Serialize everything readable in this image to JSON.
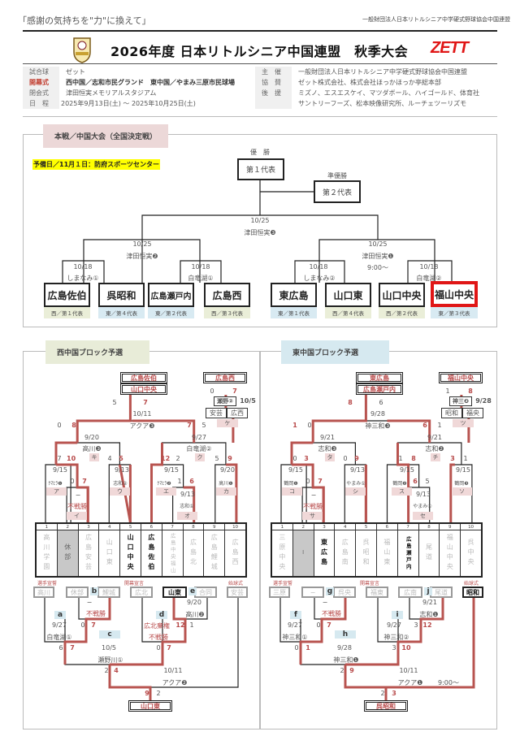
{
  "header": {
    "slogan": "「感謝の気持ちを\"力\"に換えて」",
    "organization": "一般財団法人日本リトルシニア中学硬式野球協会中国連盟",
    "title": "2026年度 日本リトルシニア中国連盟　秋季大会",
    "sponsor_logo": "ZETT",
    "info_left": [
      {
        "label": "試合球",
        "value": "ゼット"
      },
      {
        "label": "開幕式",
        "value": "西中国／志和市民グランド　東中国／やまみ三原市民球場",
        "highlight": true
      },
      {
        "label": "閉会式",
        "value": "津田恒実メモリアルスタジアム"
      },
      {
        "label": "日　程",
        "value": "2025年9月13日(土) 〜 2025年10月25日(土)"
      }
    ],
    "info_right": [
      {
        "label": "主　催",
        "value": "一般財団法人日本リトルシニア中学硬式野球協会中国連盟"
      },
      {
        "label": "協　賛",
        "value": "ゼット株式会社、株式会社ほっかほっか亭総本部"
      },
      {
        "label": "後　援",
        "value": "ミズノ、エスエスケイ、マツダボール、ハイゴールド、体育社"
      },
      {
        "label": "",
        "value": "サントリーフーズ、松本映像研究所、ルーチェツーリズモ"
      }
    ]
  },
  "main_tournament": {
    "tag": "本戦／中国大会（全国決定戦）",
    "reserve_day": "予備日／11月１日：防府スポーツセンター",
    "winner_label": "優　勝",
    "winner_box": "第１代表",
    "runner_label": "準優勝",
    "runner_box": "第２代表",
    "final": {
      "date": "10/25",
      "venue": "津田恒実❸"
    },
    "semi_left": {
      "date": "10/25",
      "venue": "津田恒実❷"
    },
    "semi_right": {
      "date": "10/25",
      "venue": "津田恒実❶",
      "time": "9:00〜"
    },
    "qf": [
      {
        "date": "10/18",
        "venue": "しまなみ①"
      },
      {
        "date": "10/18",
        "venue": "白竜湖①"
      },
      {
        "date": "10/18",
        "venue": "しまなみ②"
      },
      {
        "date": "10/18",
        "venue": "白竜湖②"
      }
    ],
    "teams": [
      {
        "name": "広島佐伯",
        "rep": "西／第１代表",
        "side": "w"
      },
      {
        "name": "呉昭和",
        "rep": "東／第４代表",
        "side": "e"
      },
      {
        "name": "広島瀬戸内",
        "rep": "東／第２代表",
        "side": "e"
      },
      {
        "name": "広島西",
        "rep": "西／第３代表",
        "side": "w"
      },
      {
        "name": "東広島",
        "rep": "東／第１代表",
        "side": "e"
      },
      {
        "name": "山口東",
        "rep": "西／第４代表",
        "side": "w"
      },
      {
        "name": "山口中央",
        "rep": "西／第２代表",
        "side": "w"
      },
      {
        "name": "福山中央",
        "rep": "東／第３代表",
        "side": "e",
        "highlighted": true
      }
    ]
  },
  "west": {
    "tag": "西中国ブロック予選",
    "champions": [
      "広島佐伯",
      "山口中央"
    ],
    "top_right_champion": "広島西",
    "top_right_match": {
      "venue": "瀬野②",
      "date": "10/5",
      "score_left": "0",
      "score_right": "7",
      "teams": [
        "安芸",
        "広西"
      ],
      "code": "ケ"
    },
    "final": {
      "date": "10/11",
      "venue": "アクア❸",
      "score_left": "5",
      "score_right": "7"
    },
    "semi_left": {
      "date": "9/20",
      "venue": "高川❸",
      "score_left": "0",
      "score_right": "8"
    },
    "semi_right": {
      "date": "9/27",
      "venue": "白竜湖②",
      "score_left": "7",
      "score_right": "5"
    },
    "codes_mid": [
      "キ",
      "ク"
    ],
    "r2_scores": [
      "7",
      "10",
      "4",
      "5",
      "12",
      "2",
      "5",
      "9"
    ],
    "r1": [
      {
        "date": "9/15",
        "venue": "ｸﾏﾋﾗ❶",
        "code": "ア",
        "s1": "0",
        "s2": "7"
      },
      {
        "date": "",
        "venue": "不戦勝",
        "code": "イ",
        "dash": "−"
      },
      {
        "date": "9/13",
        "venue": "志和②",
        "code": "ウ"
      },
      {
        "date": "9/15",
        "venue": "ｸﾏﾋﾗ❷",
        "code": "エ",
        "s1": "1",
        "s2": "6"
      },
      {
        "date": "9/13",
        "venue": "志和①",
        "code": "オ"
      },
      {
        "date": "9/20",
        "venue": "高川❶",
        "code": "カ"
      }
    ],
    "grid": [
      {
        "num": "1",
        "name": "高川学園",
        "state": "lose"
      },
      {
        "num": "2",
        "name": "休部",
        "state": "bye"
      },
      {
        "num": "3",
        "name": "広島安芸",
        "state": "lose"
      },
      {
        "num": "4",
        "name": "山口東",
        "state": "lose"
      },
      {
        "num": "5",
        "name": "山口中央",
        "state": "win"
      },
      {
        "num": "6",
        "name": "広島佐伯",
        "state": "win"
      },
      {
        "num": "7",
        "name": "広島中央 福山",
        "state": "lose"
      },
      {
        "num": "8",
        "name": "広島北",
        "state": "lose"
      },
      {
        "num": "9",
        "name": "広島鯉城",
        "state": "lose"
      },
      {
        "num": "10",
        "name": "広島西",
        "state": "lose"
      }
    ],
    "roles": [
      "選手宣誓",
      "開幕宣言",
      "始球式"
    ],
    "consolation": {
      "boxes": [
        "高川",
        "休部",
        "鯉城",
        "広北",
        "山東",
        "合同",
        "安芸"
      ],
      "letters": [
        "a",
        "b",
        "c",
        "d",
        "e"
      ],
      "b_dash": "−",
      "b_result": "不戦勝",
      "a": {
        "date": "9/27",
        "venue": "白竜湖①",
        "s1": "0",
        "s2": "7"
      },
      "a_out": {
        "s1": "6",
        "s2": "7"
      },
      "c": {
        "date": "10/5",
        "venue": "瀬野川①"
      },
      "d": {
        "note": "広北棄権",
        "result": "不戦勝",
        "s1": "12",
        "s2": "1",
        "o1": "0",
        "o2": "7"
      },
      "e": {
        "date": "9/20",
        "venue": "高川❷"
      },
      "final": {
        "date": "10/11",
        "venue": "アクア❷",
        "s1": "2",
        "s2": "4",
        "f1": "9",
        "f2": "2"
      },
      "winner": "山口東"
    }
  },
  "east": {
    "tag": "東中国ブロック予選",
    "champions": [
      "東広島",
      "広島瀬戸内"
    ],
    "top_right_champion": "福山中央",
    "top_right_match": {
      "venue": "神三❷",
      "date": "9/28",
      "score_left": "1",
      "score_right": "8",
      "teams": [
        "昭和",
        "福央"
      ],
      "code": "ツ"
    },
    "final": {
      "date": "9/28",
      "venue": "神三和❸",
      "score_left": "8",
      "score_right": "6"
    },
    "semi_left": {
      "date": "9/21",
      "venue": "志和❸",
      "score_left": "1",
      "score_right": "0"
    },
    "semi_right": {
      "date": "9/21",
      "venue": "志和❷",
      "score_left": "6",
      "score_right": "1"
    },
    "codes_mid": [
      "タ",
      "チ"
    ],
    "r2_scores": [
      "0",
      "3",
      "0",
      "9",
      "1",
      "8",
      "3",
      "1"
    ],
    "r1": [
      {
        "date": "9/15",
        "venue": "鶴岡❶",
        "code": "コ",
        "s1": "0",
        "s2": "7"
      },
      {
        "date": "",
        "venue": "不戦勝",
        "code": "サ",
        "dash": "−"
      },
      {
        "date": "9/13",
        "venue": "やまみ①",
        "code": "シ"
      },
      {
        "date": "9/15",
        "venue": "鶴岡❷",
        "code": "ス",
        "s1": "6",
        "s2": "5"
      },
      {
        "date": "9/13",
        "venue": "やまみ①",
        "code": "セ"
      },
      {
        "date": "9/15",
        "venue": "鶴岡❸",
        "code": "ソ"
      }
    ],
    "grid": [
      {
        "num": "1",
        "name": "三原中央",
        "state": "lose"
      },
      {
        "num": "2",
        "name": "−",
        "state": "bye"
      },
      {
        "num": "3",
        "name": "東広島",
        "state": "win"
      },
      {
        "num": "4",
        "name": "広島南",
        "state": "lose"
      },
      {
        "num": "5",
        "name": "呉昭和",
        "state": "lose"
      },
      {
        "num": "6",
        "name": "福山東",
        "state": "lose"
      },
      {
        "num": "7",
        "name": "広島瀬戸内",
        "state": "win"
      },
      {
        "num": "8",
        "name": "尾道",
        "state": "lose"
      },
      {
        "num": "9",
        "name": "福山中央",
        "state": "lose"
      },
      {
        "num": "10",
        "name": "呉中央",
        "state": "lose"
      }
    ],
    "roles": [
      "選手宣誓",
      "開幕宣言",
      "始球式"
    ],
    "consolation": {
      "boxes": [
        "三原",
        "−",
        "呉央",
        "福東",
        "広南",
        "尾道",
        "昭和"
      ],
      "letters": [
        "f",
        "g",
        "h",
        "i",
        "j"
      ],
      "g_dash": "−",
      "g_result": "不戦勝",
      "f": {
        "date": "9/27",
        "venue": "神三和①",
        "s1": "0",
        "s2": "7"
      },
      "f_out": {
        "s1": "0",
        "s2": "1"
      },
      "h": {
        "date": "9/28",
        "venue": "神三和❶"
      },
      "i": {
        "date": "9/27",
        "venue": "神三和②",
        "s1": "3",
        "s2": "12",
        "o1": "3",
        "o2": "10"
      },
      "j": {
        "date": "9/21",
        "venue": "志和❶"
      },
      "final": {
        "date": "10/11",
        "venue": "アクア❶",
        "time": "9:00〜",
        "s1": "2",
        "s2": "9",
        "f1": "2",
        "f2": "3"
      },
      "winner": "呉昭和"
    }
  },
  "colors": {
    "win_line": "#b85450",
    "highlight_red": "#e01616",
    "highlight_yellow": "#ffff00"
  }
}
